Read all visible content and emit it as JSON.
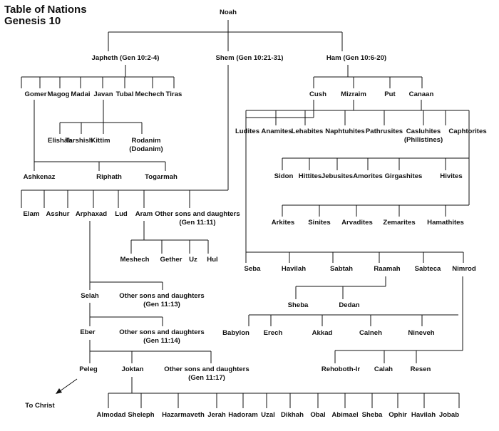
{
  "title": {
    "line1": "Table of Nations",
    "line2": "Genesis 10"
  },
  "nodes": {
    "noah": "Noah",
    "japheth": "Japheth (Gen 10:2-4)",
    "shem": "Shem (Gen 10:21-31)",
    "ham": "Ham (Gen 10:6-20)",
    "gomer": "Gomer",
    "magog": "Magog",
    "madai": "Madai",
    "javan": "Javan",
    "tubal": "Tubal",
    "mechech": "Mechech",
    "tiras": "Tiras",
    "elishah": "Elishah",
    "tarshish": "Tarshish",
    "kittim": "Kittim",
    "rodanim": [
      "Rodanim",
      "(Dodanim)"
    ],
    "ashkenaz": "Ashkenaz",
    "riphath": "Riphath",
    "togarmah": "Togarmah",
    "cush": "Cush",
    "mizraim": "Mizraim",
    "put": "Put",
    "canaan": "Canaan",
    "ludites": "Ludites",
    "anamites": "Anamites",
    "lehabites": "Lehabites",
    "naphtuhites": "Naphtuhites",
    "pathrusites": "Pathrusites",
    "casluhites": [
      "Casluhites",
      "(Philistines)"
    ],
    "caphtorites": "Caphtorites",
    "sidon": "Sidon",
    "hittites": "Hittites",
    "jebusites": "Jebusites",
    "amorites": "Amorites",
    "girgashites": "Girgashites",
    "hivites": "Hivites",
    "arkites": "Arkites",
    "sinites": "Sinites",
    "arvadites": "Arvadites",
    "zemarites": "Zemarites",
    "hamathites": "Hamathites",
    "elam": "Elam",
    "asshur": "Asshur",
    "arphaxad": "Arphaxad",
    "lud": "Lud",
    "aram": "Aram",
    "other_shem": [
      "Other sons and daughters",
      "(Gen 11:11)"
    ],
    "meshech": "Meshech",
    "gether": "Gether",
    "uz": "Uz",
    "hul": "Hul",
    "seba": "Seba",
    "havilah_c": "Havilah",
    "sabtah": "Sabtah",
    "raamah": "Raamah",
    "sabteca": "Sabteca",
    "nimrod": "Nimrod",
    "sheba_r": "Sheba",
    "dedan": "Dedan",
    "babylon": "Babylon",
    "erech": "Erech",
    "akkad": "Akkad",
    "calneh": "Calneh",
    "nineveh": "Nineveh",
    "rehoboth": "Rehoboth-Ir",
    "calah": "Calah",
    "resen": "Resen",
    "selah": "Selah",
    "other_arph": [
      "Other sons and daughters",
      "(Gen 11:13)"
    ],
    "eber": "Eber",
    "other_selah": [
      "Other sons and daughters",
      "(Gen 11:14)"
    ],
    "peleg": "Peleg",
    "joktan": "Joktan",
    "other_eber": [
      "Other sons and daughters",
      "(Gen 11:17)"
    ],
    "to_christ": "To Christ",
    "almodad": "Almodad",
    "sheleph": "Sheleph",
    "hazarmaveth": "Hazarmaveth",
    "jerah": "Jerah",
    "hadoram": "Hadoram",
    "uzal": "Uzal",
    "dikhah": "Dikhah",
    "obal": "Obal",
    "abimael": "Abimael",
    "sheba_j": "Sheba",
    "ophir": "Ophir",
    "havilah_j": "Havilah",
    "jobab": "Jobab"
  }
}
